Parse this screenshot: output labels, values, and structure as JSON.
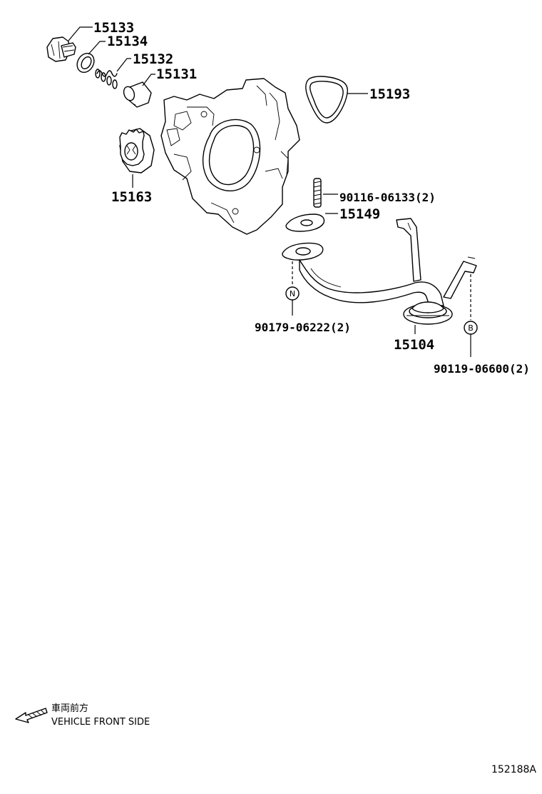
{
  "parts": {
    "p15133": "15133",
    "p15134": "15134",
    "p15132": "15132",
    "p15131": "15131",
    "p15193": "15193",
    "p15163": "15163",
    "p90116": "90116-06133(2)",
    "p15149": "15149",
    "p90179": "90179-06222(2)",
    "p15104": "15104",
    "p90119": "90119-06600(2)"
  },
  "symbols": {
    "n_mark": "N",
    "b_mark": "B"
  },
  "direction": {
    "japanese": "車両前方",
    "english": "VEHICLE FRONT SIDE"
  },
  "illustration_number": "152188A"
}
